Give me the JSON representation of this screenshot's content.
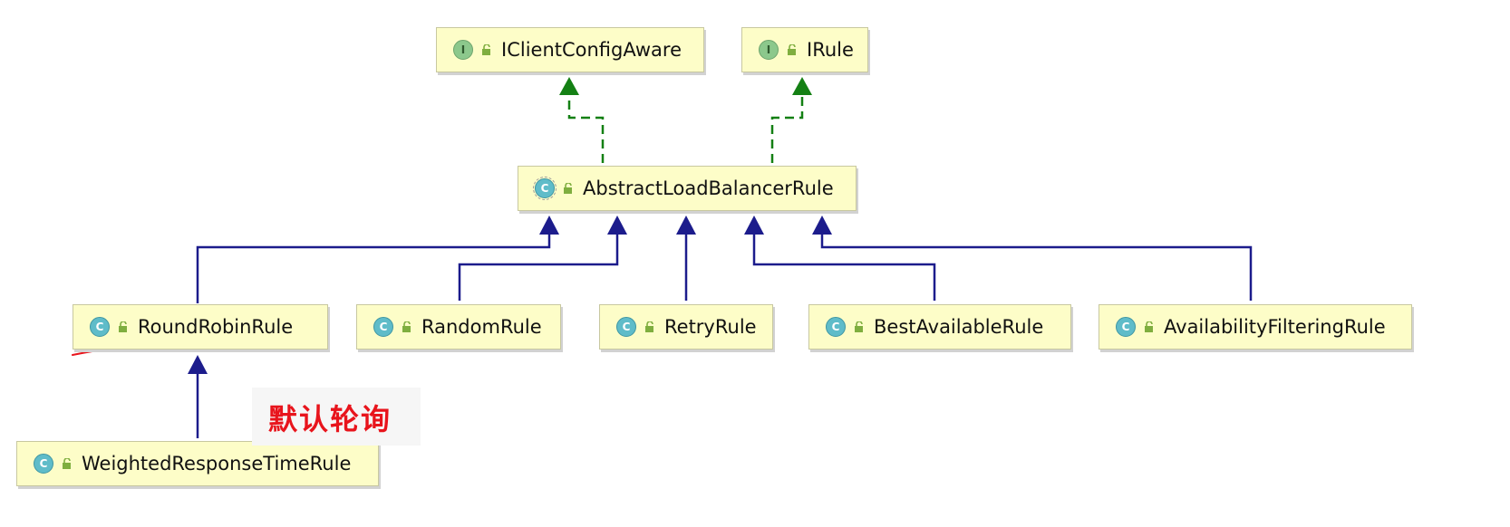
{
  "diagram": {
    "nodes": [
      {
        "id": "iclientconfigaware",
        "name": "IClientConfigAware",
        "kind": "interface",
        "badge": "I"
      },
      {
        "id": "irule",
        "name": "IRule",
        "kind": "interface",
        "badge": "I"
      },
      {
        "id": "abstractloadbalancerrule",
        "name": "AbstractLoadBalancerRule",
        "kind": "abstract-class",
        "badge": "C"
      },
      {
        "id": "roundrobinrule",
        "name": "RoundRobinRule",
        "kind": "class",
        "badge": "C"
      },
      {
        "id": "randomrule",
        "name": "RandomRule",
        "kind": "class",
        "badge": "C"
      },
      {
        "id": "retryrule",
        "name": "RetryRule",
        "kind": "class",
        "badge": "C"
      },
      {
        "id": "bestavailablerule",
        "name": "BestAvailableRule",
        "kind": "class",
        "badge": "C"
      },
      {
        "id": "availabilityfilteringrule",
        "name": "AvailabilityFilteringRule",
        "kind": "class",
        "badge": "C"
      },
      {
        "id": "weightedresponsetimerule",
        "name": "WeightedResponseTimeRule",
        "kind": "class",
        "badge": "C"
      }
    ],
    "edges": [
      {
        "from": "abstractloadbalancerrule",
        "to": "iclientconfigaware",
        "type": "implements"
      },
      {
        "from": "abstractloadbalancerrule",
        "to": "irule",
        "type": "implements"
      },
      {
        "from": "roundrobinrule",
        "to": "abstractloadbalancerrule",
        "type": "extends"
      },
      {
        "from": "randomrule",
        "to": "abstractloadbalancerrule",
        "type": "extends"
      },
      {
        "from": "retryrule",
        "to": "abstractloadbalancerrule",
        "type": "extends"
      },
      {
        "from": "bestavailablerule",
        "to": "abstractloadbalancerrule",
        "type": "extends"
      },
      {
        "from": "availabilityfilteringrule",
        "to": "abstractloadbalancerrule",
        "type": "extends"
      },
      {
        "from": "weightedresponsetimerule",
        "to": "roundrobinrule",
        "type": "extends"
      }
    ],
    "annotation": {
      "text": "默认轮询",
      "target": "roundrobinrule",
      "color": "#e8141c"
    },
    "colors": {
      "node_fill": "#fdfdc8",
      "extends_line": "#1c1c8c",
      "implements_line": "#148014",
      "interface_badge": "#8cc88c",
      "class_badge": "#5fbcc9",
      "annotation_underline": "#e8141c"
    },
    "icons": {
      "interface": "interface-badge-icon",
      "class": "class-badge-icon",
      "visibility": "public-lock-icon"
    }
  }
}
